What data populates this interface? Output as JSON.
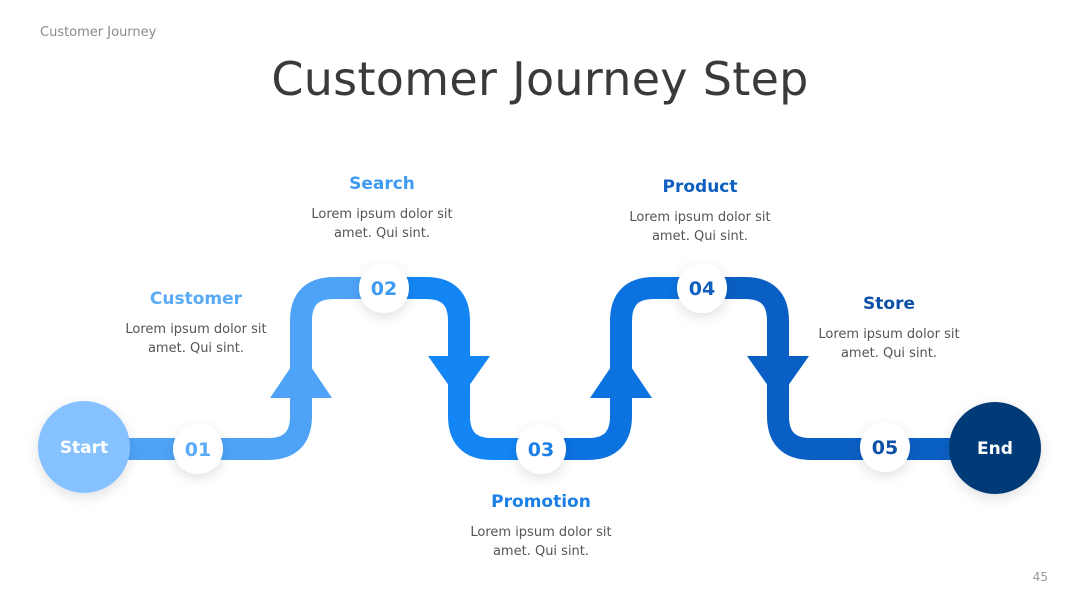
{
  "header": {
    "label": "Customer Journey",
    "title": "Customer Journey Step"
  },
  "endpoints": {
    "start": "Start",
    "end": "End"
  },
  "steps": [
    {
      "number": "01",
      "label": "Customer",
      "desc_line1": "Lorem ipsum dolor sit",
      "desc_line2": "amet. Qui sint."
    },
    {
      "number": "02",
      "label": "Search",
      "desc_line1": "Lorem ipsum dolor sit",
      "desc_line2": "amet. Qui sint."
    },
    {
      "number": "03",
      "label": "Promotion",
      "desc_line1": "Lorem ipsum dolor sit",
      "desc_line2": "amet. Qui sint."
    },
    {
      "number": "04",
      "label": "Product",
      "desc_line1": "Lorem ipsum dolor sit",
      "desc_line2": "amet. Qui sint."
    },
    {
      "number": "05",
      "label": "Store",
      "desc_line1": "Lorem ipsum dolor sit",
      "desc_line2": "amet. Qui sint."
    }
  ],
  "footer": {
    "page_number": "45"
  },
  "colors": {
    "start": "#86c2ff",
    "seg1": "#4ea3f7",
    "seg2": "#1385f5",
    "seg3": "#0b72e0",
    "seg4": "#0a5fc4",
    "end": "#003a78",
    "label1": "#5aaaf5",
    "label2": "#3f9af2",
    "label3": "#1a7fe6",
    "label4": "#0f5fc0",
    "label5": "#0c50a6"
  }
}
